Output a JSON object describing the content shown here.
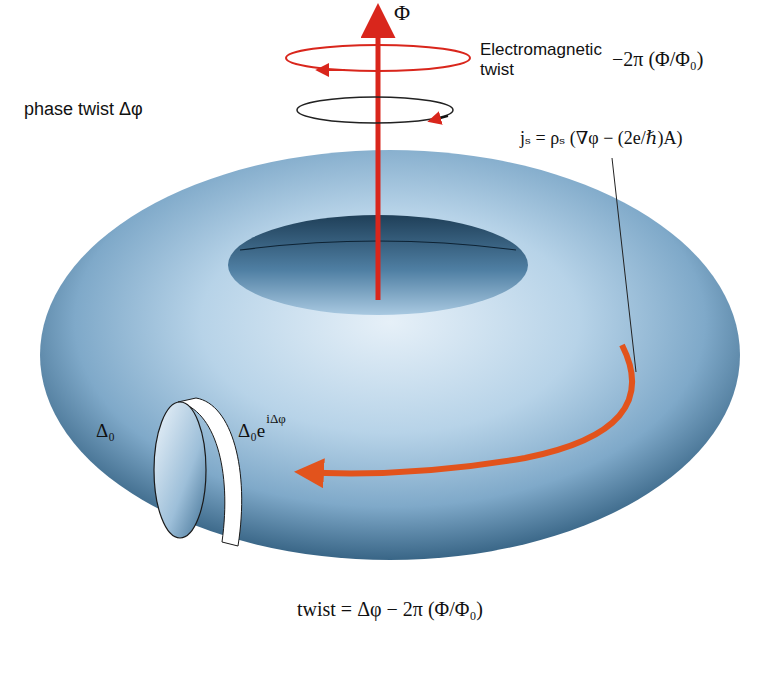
{
  "diagram": {
    "labels": [
      "Φ",
      "Electromagnetic twist",
      "−2π (Φ/Φ₀)",
      "phase twist Δφ",
      "jₛ = ρₛ (∇φ − (2e/ℏ)A)",
      "Δ₀",
      "Δ₀e",
      "iΔφ",
      "twist = Δφ − 2π (Φ/Φ₀)"
    ]
  }
}
